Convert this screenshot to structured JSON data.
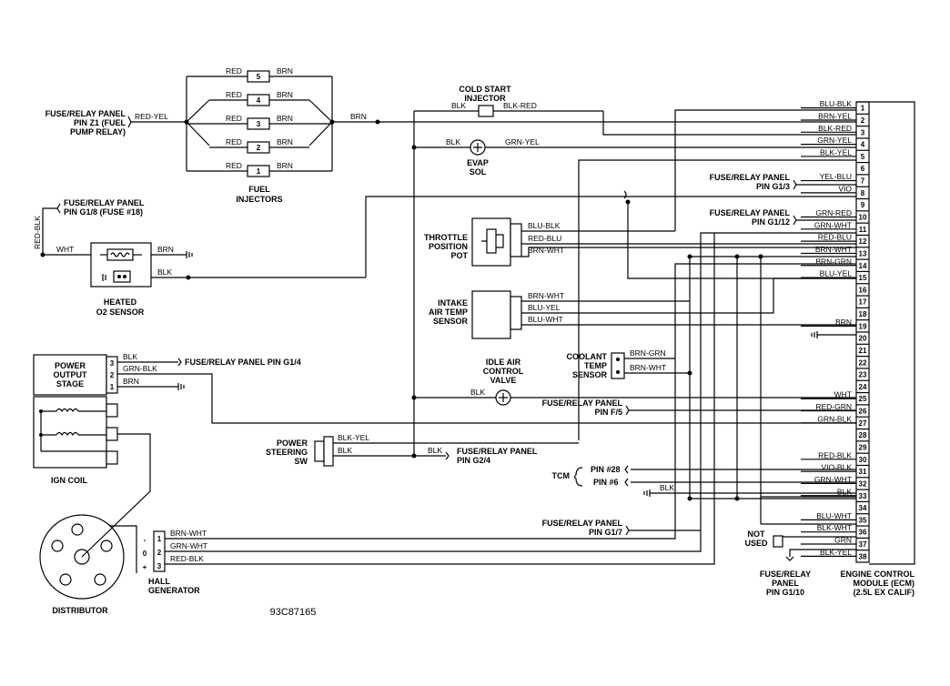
{
  "figure_id": "93C87165",
  "ecm": {
    "title_lines": [
      "ENGINE CONTROL",
      "MODULE (ECM)",
      "(2.5L EX CALIF)"
    ],
    "pins": [
      {
        "n": "1",
        "wire": "BLU-BLK"
      },
      {
        "n": "2",
        "wire": "BRN-YEL"
      },
      {
        "n": "3",
        "wire": "BLK-RED"
      },
      {
        "n": "4",
        "wire": "GRN-YEL"
      },
      {
        "n": "5",
        "wire": "BLK-YEL"
      },
      {
        "n": "6",
        "wire": ""
      },
      {
        "n": "7",
        "wire": "YEL-BLU"
      },
      {
        "n": "8",
        "wire": "VIO"
      },
      {
        "n": "9",
        "wire": ""
      },
      {
        "n": "10",
        "wire": "GRN-RED"
      },
      {
        "n": "11",
        "wire": "GRN-WHT"
      },
      {
        "n": "12",
        "wire": "RED-BLU"
      },
      {
        "n": "13",
        "wire": "BRN-WHT"
      },
      {
        "n": "14",
        "wire": "BRN-GRN"
      },
      {
        "n": "15",
        "wire": "BLU-YEL"
      },
      {
        "n": "16",
        "wire": ""
      },
      {
        "n": "17",
        "wire": ""
      },
      {
        "n": "18",
        "wire": ""
      },
      {
        "n": "19",
        "wire": "BRN"
      },
      {
        "n": "20",
        "wire": ""
      },
      {
        "n": "21",
        "wire": ""
      },
      {
        "n": "22",
        "wire": ""
      },
      {
        "n": "23",
        "wire": ""
      },
      {
        "n": "24",
        "wire": ""
      },
      {
        "n": "25",
        "wire": "WHT"
      },
      {
        "n": "26",
        "wire": "RED-GRN"
      },
      {
        "n": "27",
        "wire": "GRN-BLK"
      },
      {
        "n": "28",
        "wire": ""
      },
      {
        "n": "29",
        "wire": ""
      },
      {
        "n": "30",
        "wire": "RED-BLK"
      },
      {
        "n": "31",
        "wire": "VIO-BLK"
      },
      {
        "n": "32",
        "wire": "GRN-WHT"
      },
      {
        "n": "33",
        "wire": "BLK"
      },
      {
        "n": "34",
        "wire": ""
      },
      {
        "n": "35",
        "wire": "BLU-WHT"
      },
      {
        "n": "36",
        "wire": "BLK-WHT"
      },
      {
        "n": "37",
        "wire": "GRN"
      },
      {
        "n": "38",
        "wire": "BLK-YEL"
      }
    ]
  },
  "injectors": {
    "labels": [
      "FUEL",
      "INJECTORS"
    ],
    "items": [
      {
        "num": "5",
        "left": "RED",
        "right": "BRN"
      },
      {
        "num": "4",
        "left": "RED",
        "right": "BRN"
      },
      {
        "num": "3",
        "left": "RED",
        "right": "BRN"
      },
      {
        "num": "2",
        "left": "RED",
        "right": "BRN"
      },
      {
        "num": "1",
        "left": "RED",
        "right": "BRN"
      }
    ],
    "feed_label": [
      "FUSE/RELAY PANEL",
      "PIN Z1 (FUEL",
      "PUMP RELAY)"
    ],
    "feed_wire": "RED-YEL",
    "common_wire": "BRN"
  },
  "cold_start": {
    "labels": [
      "COLD START",
      "INJECTOR"
    ],
    "wire_left": "BLK",
    "wire_right": "BLK-RED"
  },
  "evap": {
    "labels": [
      "EVAP",
      "SOL"
    ],
    "wire_left": "BLK",
    "wire_right": "GRN-YEL"
  },
  "fuse_g13": {
    "lines": [
      "FUSE/RELAY PANEL",
      "PIN G1/3"
    ]
  },
  "fuse_g112": {
    "lines": [
      "FUSE/RELAY PANEL",
      "PIN G1/12"
    ]
  },
  "o2": {
    "fuse_lines": [
      "FUSE/RELAY PANEL",
      "PIN G1/8 (FUSE #18)"
    ],
    "vert_wire": "RED-BLK",
    "heater_wire": "WHT",
    "wire_brn": "BRN",
    "wire_blk": "BLK",
    "labels": [
      "HEATED",
      "O2 SENSOR"
    ]
  },
  "tps": {
    "labels": [
      "THROTTLE",
      "POSITION",
      "POT"
    ],
    "wires": [
      "BLU-BLK",
      "RED-BLU",
      "BRN-WHT"
    ]
  },
  "iat": {
    "labels": [
      "INTAKE",
      "AIR TEMP",
      "SENSOR"
    ],
    "wires": [
      "BRN-WHT",
      "BLU-YEL",
      "BLU-WHT"
    ]
  },
  "coolant": {
    "labels": [
      "COOLANT",
      "TEMP",
      "SENSOR"
    ],
    "wires": [
      "BRN-GRN",
      "BRN-WHT"
    ]
  },
  "iac": {
    "labels": [
      "IDLE AIR",
      "CONTROL",
      "VALVE"
    ],
    "wire": "BLK"
  },
  "fuse_f5": {
    "lines": [
      "FUSE/RELAY PANEL",
      "PIN F/5"
    ]
  },
  "power_output": {
    "labels": [
      "POWER",
      "OUTPUT",
      "STAGE"
    ],
    "pins": [
      "3",
      "2",
      "1"
    ],
    "wires": [
      "BLK",
      "GRN-BLK",
      "BRN"
    ],
    "fuse_text": "FUSE/RELAY PANEL PIN G1/4"
  },
  "ign_coil": {
    "label": "IGN COIL"
  },
  "ps_switch": {
    "labels": [
      "POWER",
      "STEERING",
      "SW"
    ],
    "wires": [
      "BLK-YEL",
      "BLK"
    ],
    "ground_wire": "BLK",
    "fuse_lines": [
      "FUSE/RELAY PANEL",
      "PIN G2/4"
    ]
  },
  "tcm": {
    "label": "TCM",
    "pins": [
      "PIN #28",
      "PIN #6"
    ],
    "ground_wire": "BLK"
  },
  "distributor": {
    "label": "DISTRIBUTOR",
    "hall_labels": [
      "HALL",
      "GENERATOR"
    ],
    "signs": [
      "-",
      "0",
      "+"
    ],
    "pins": [
      "1",
      "2",
      "3"
    ],
    "wires": [
      "BRN-WHT",
      "GRN-WHT",
      "RED-BLK"
    ]
  },
  "fuse_g17": {
    "lines": [
      "FUSE/RELAY PANEL",
      "PIN G1/7"
    ]
  },
  "not_used": {
    "lines": [
      "NOT",
      "USED"
    ]
  },
  "fuse_g110": {
    "lines": [
      "FUSE/RELAY",
      "PANEL",
      "PIN G1/10"
    ]
  }
}
